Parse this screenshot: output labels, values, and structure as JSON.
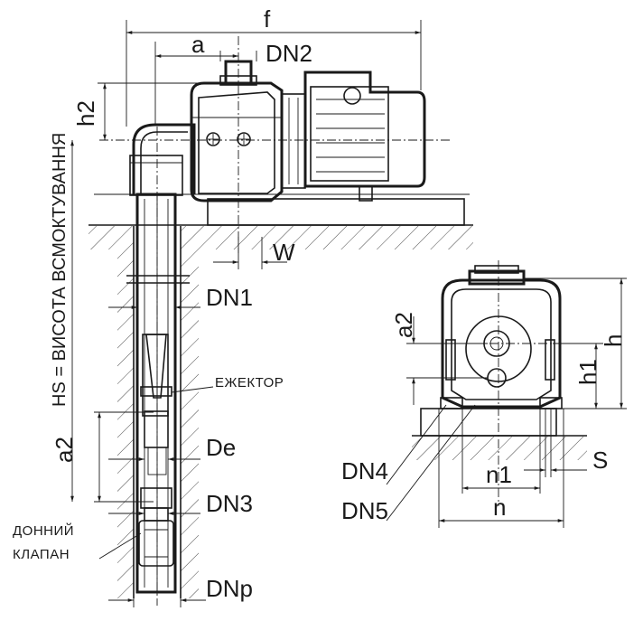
{
  "labels": {
    "f": "f",
    "a": "a",
    "dn2": "DN2",
    "h2": "h2",
    "w": "W",
    "dn1": "DN1",
    "ejector": "ЕЖЕКТОР",
    "de": "De",
    "a2_left": "a2",
    "dn3": "DN3",
    "foot_valve_1": "ДОННИЙ",
    "foot_valve_2": "КЛАПАН",
    "dnp": "DNp",
    "hs": "HS = ВИСОТА ВСМОКТУВАННЯ",
    "a2_right": "a2",
    "h1": "h1",
    "h": "h",
    "dn4": "DN4",
    "dn5": "DN5",
    "n1": "n1",
    "n": "n",
    "s": "S"
  }
}
